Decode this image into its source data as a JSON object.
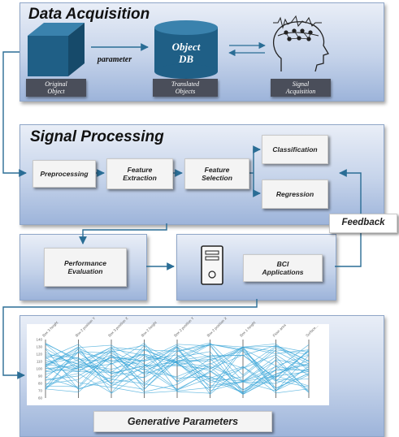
{
  "acquisition": {
    "title": "Data Acquisition",
    "parameter_label": "parameter",
    "db_label": "Object\nDB",
    "original_label": "Original\nObject",
    "translated_label": "Translated\nObjects",
    "signal_label": "Signal\nAcquisition"
  },
  "processing": {
    "title": "Signal Processing",
    "preprocessing": "Preprocessing",
    "feature_extraction": "Feature\nExtraction",
    "feature_selection": "Feature\nSelection",
    "classification": "Classification",
    "regression": "Regression"
  },
  "feedback_label": "Feedback",
  "performance": "Performance\nEvaluation",
  "bci": "BCI\nApplications",
  "generative": {
    "title": "Generative Parameters",
    "axis_labels": [
      "Box 3 height",
      "Box 2 position Y",
      "Box 3 position X",
      "Box 2 height",
      "Box 2 position Y",
      "Box 2 position X",
      "Box 1 height",
      "Floor area",
      "Surface..."
    ],
    "y_ticks": [
      "140",
      "130",
      "120",
      "110",
      "100",
      "90",
      "80",
      "70",
      "60"
    ]
  },
  "colors": {
    "panel_border": "#8fa6c8",
    "cube": "#1f5f86",
    "db": "#1f5f86",
    "arrow": "#2a6d95",
    "lines": "#3aa6d8"
  }
}
